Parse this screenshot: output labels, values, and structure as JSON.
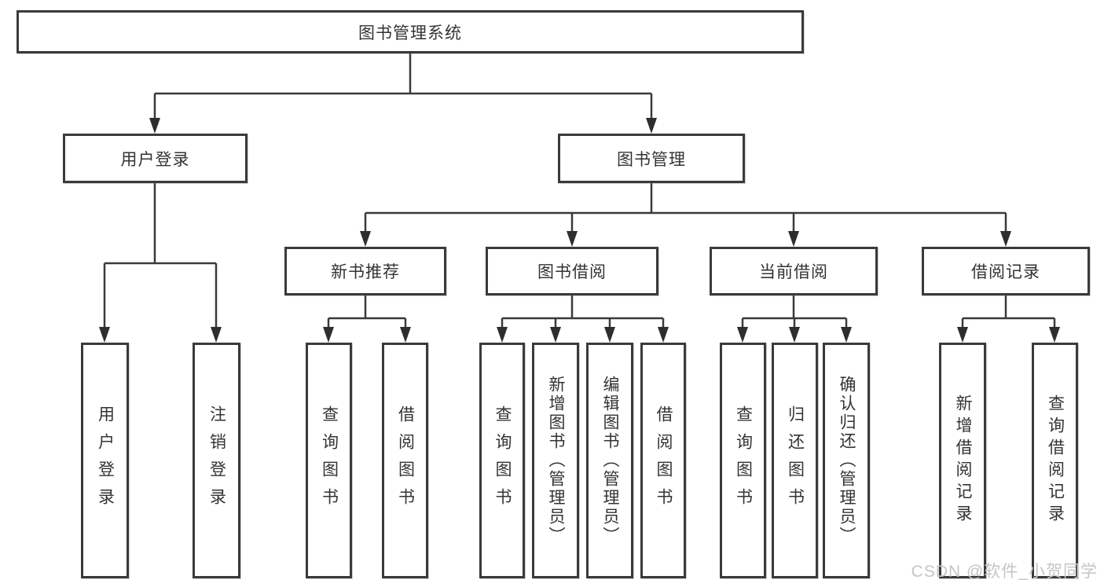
{
  "diagram": {
    "title": "图书管理系统",
    "level2": {
      "user_login": "用户登录",
      "book_mgmt": "图书管理"
    },
    "level3": {
      "new_books": "新书推荐",
      "book_borrow": "图书借阅",
      "current_borrow": "当前借阅",
      "borrow_records": "借阅记录"
    },
    "leaves": {
      "user_login": [
        "用户登录",
        "注销登录"
      ],
      "new_books": [
        "查询图书",
        "借阅图书"
      ],
      "book_borrow": [
        "查询图书",
        "新增图书（管理员）",
        "编辑图书（管理员）",
        "借阅图书"
      ],
      "current_borrow": [
        "查询图书",
        "归还图书",
        "确认归还（管理员）"
      ],
      "borrow_records": [
        "新增借阅记录",
        "查询借阅记录"
      ]
    }
  },
  "watermark": "CSDN @软件_小贺同学",
  "colors": {
    "line": "#3a3a3a",
    "arrow": "#2e2e2e",
    "text": "#333333",
    "background": "#ffffff",
    "watermark": "#c5c5c5"
  }
}
